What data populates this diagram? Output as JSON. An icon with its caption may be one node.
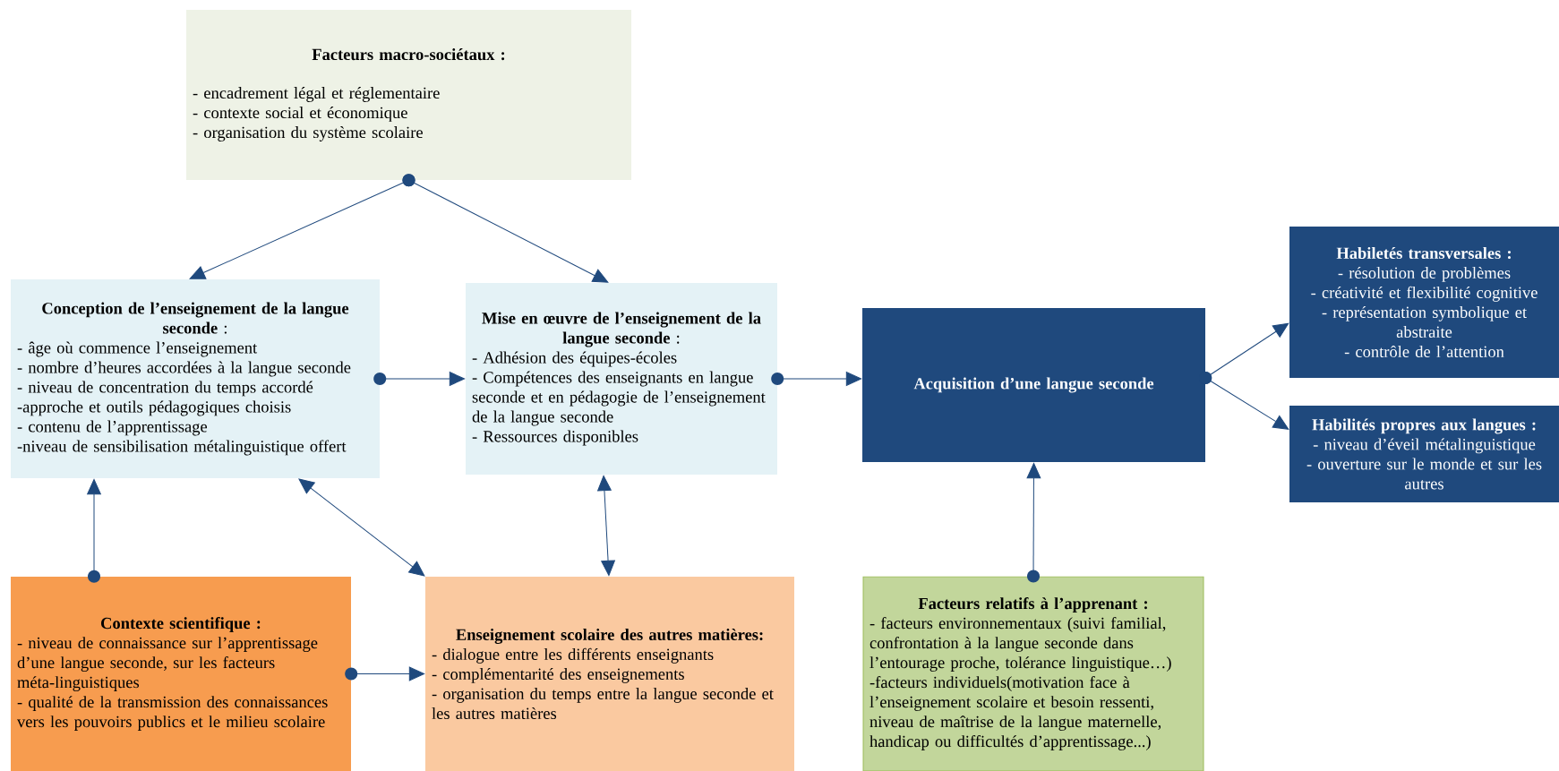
{
  "diagram": {
    "nodes": [
      {
        "text": [
          "Facteurs macro-sociétaux :",
          "- encadrement légal et réglementaire",
          "- contexte social et économique",
          "- organisation du système scolaire"
        ]
      },
      {
        "text": [
          "**Conception de l’enseignement de la langue seconde** :",
          "- âge où commence l’enseignement",
          "- nombre d’heures accordées à la langue seconde",
          "- niveau de concentration du temps accordé",
          "-approche et outils pédagogiques choisis",
          "- contenu de l’apprentissage",
          "-niveau de sensibilisation métalinguistique offert"
        ]
      },
      {
        "text": [
          "**Mise en œuvre de l’enseignement de la langue seconde** :",
          "- Adhésion des équipes-écoles",
          "- Compétences des enseignants en langue seconde et en pédagogie de l’enseignement de la langue seconde",
          "- Ressources disponibles"
        ]
      },
      {
        "text": [
          "Acquisition d’une langue seconde"
        ]
      },
      {
        "text": [
          "Habiletés transversales :",
          "- résolution de problèmes",
          "- créativité et flexibilité cognitive",
          "- représentation symbolique et abstraite",
          "- contrôle de l’attention"
        ]
      },
      {
        "text": [
          "Habilités propres aux langues :",
          "- niveau d’éveil métalinguistique",
          "- ouverture sur le monde et sur les autres"
        ]
      },
      {
        "text": [
          "Contexte scientifique :",
          "- niveau de connaissance sur l’apprentissage d’une langue seconde, sur les facteurs méta-linguistiques",
          "- qualité de la transmission des connaissances vers les pouvoirs publics et le milieu scolaire"
        ]
      },
      {
        "text": [
          "Enseignement scolaire des autres matières:",
          "- dialogue entre les différents enseignants",
          "- complémentarité des enseignements",
          "- organisation du temps entre la langue seconde et les autres matières"
        ]
      },
      {
        "text": [
          "Facteurs relatifs à l’apprenant :",
          "- facteurs environnementaux (suivi familial, confrontation à la langue seconde dans l’entourage proche, tolérance linguistique…)",
          "-facteurs individuels(motivation face à l’enseignement scolaire et besoin ressenti, niveau de maîtrise de la langue maternelle, handicap ou difficultés d’apprentissage...)"
        ]
      }
    ],
    "edges": [
      {
        "from": 0,
        "to": 1,
        "arrow": "to"
      },
      {
        "from": 0,
        "to": 2,
        "arrow": "to"
      },
      {
        "from": 1,
        "to": 2,
        "arrow": "to"
      },
      {
        "from": 2,
        "to": 3,
        "arrow": "to"
      },
      {
        "from": 3,
        "to": 4,
        "arrow": "to"
      },
      {
        "from": 3,
        "to": 5,
        "arrow": "to"
      },
      {
        "from": 6,
        "to": 1,
        "arrow": "to"
      },
      {
        "from": 1,
        "to": 7,
        "arrow": "both"
      },
      {
        "from": 2,
        "to": 7,
        "arrow": "both"
      },
      {
        "from": 6,
        "to": 7,
        "arrow": "to"
      },
      {
        "from": 8,
        "to": 3,
        "arrow": "to"
      }
    ]
  }
}
